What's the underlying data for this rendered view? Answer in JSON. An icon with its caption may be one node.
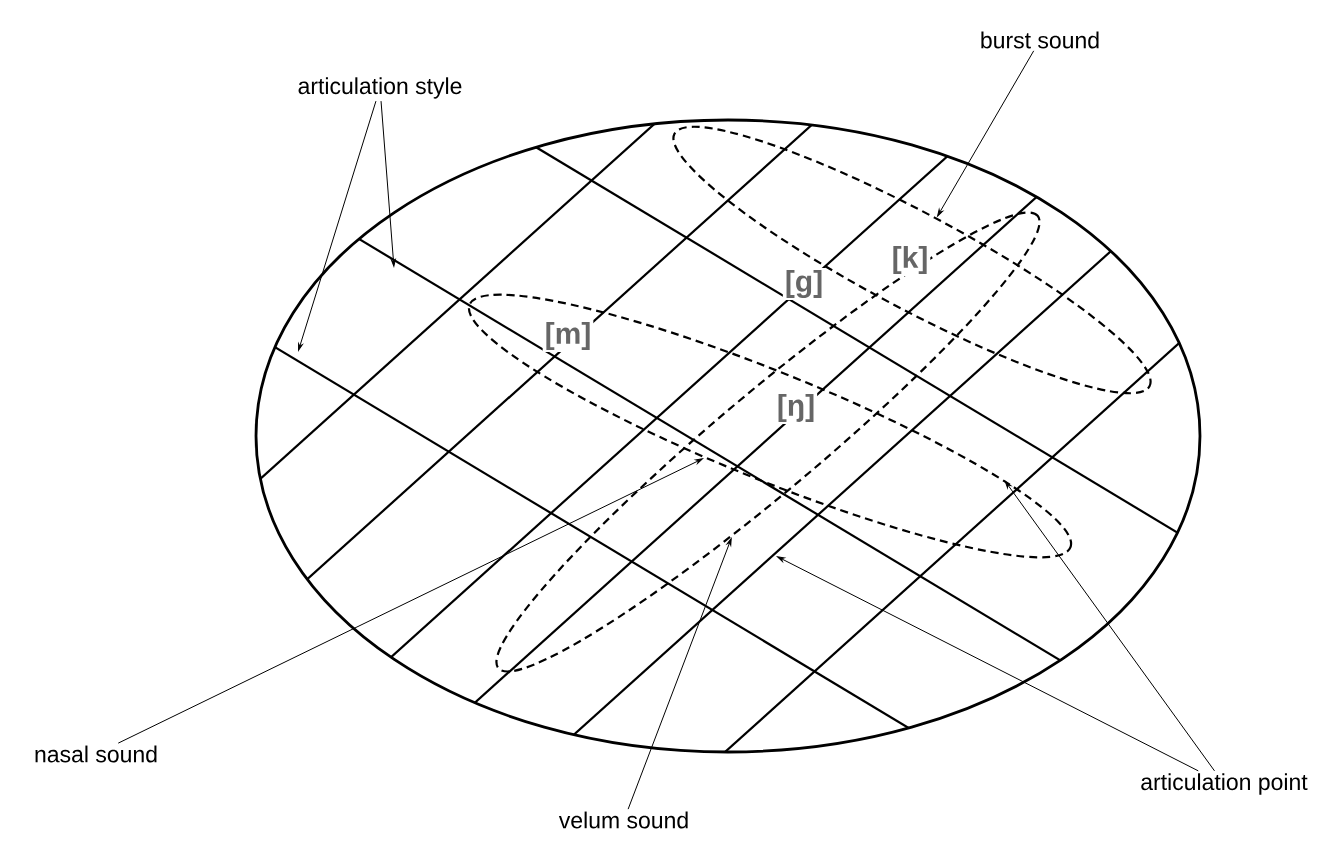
{
  "diagram": {
    "nodes": [
      {
        "text": [
          "articulation style"
        ]
      },
      {
        "text": [
          "burst sound"
        ]
      },
      {
        "text": [],
        "shape": "ellipse"
      },
      {
        "text": [],
        "shape": "ellipse"
      },
      {
        "text": [],
        "shape": "ellipse"
      },
      {
        "text": [
          "nasal sound"
        ]
      },
      {
        "text": [
          "velum sound"
        ]
      },
      {
        "text": [
          "articulation point"
        ]
      }
    ],
    "edges": [
      {
        "from": 0,
        "to": null,
        "arrow": "to"
      },
      {
        "from": 0,
        "to": null,
        "arrow": "to"
      },
      {
        "from": 1,
        "to": 2,
        "arrow": "to"
      },
      {
        "from": 5,
        "to": 3,
        "arrow": "to"
      },
      {
        "from": 6,
        "to": 4,
        "arrow": "to"
      },
      {
        "from": 7,
        "to": 3,
        "arrow": "to"
      },
      {
        "from": 7,
        "to": null,
        "arrow": "to"
      }
    ],
    "labels": [
      "[g]",
      "[k]",
      "[m]",
      "[ŋ]"
    ]
  }
}
